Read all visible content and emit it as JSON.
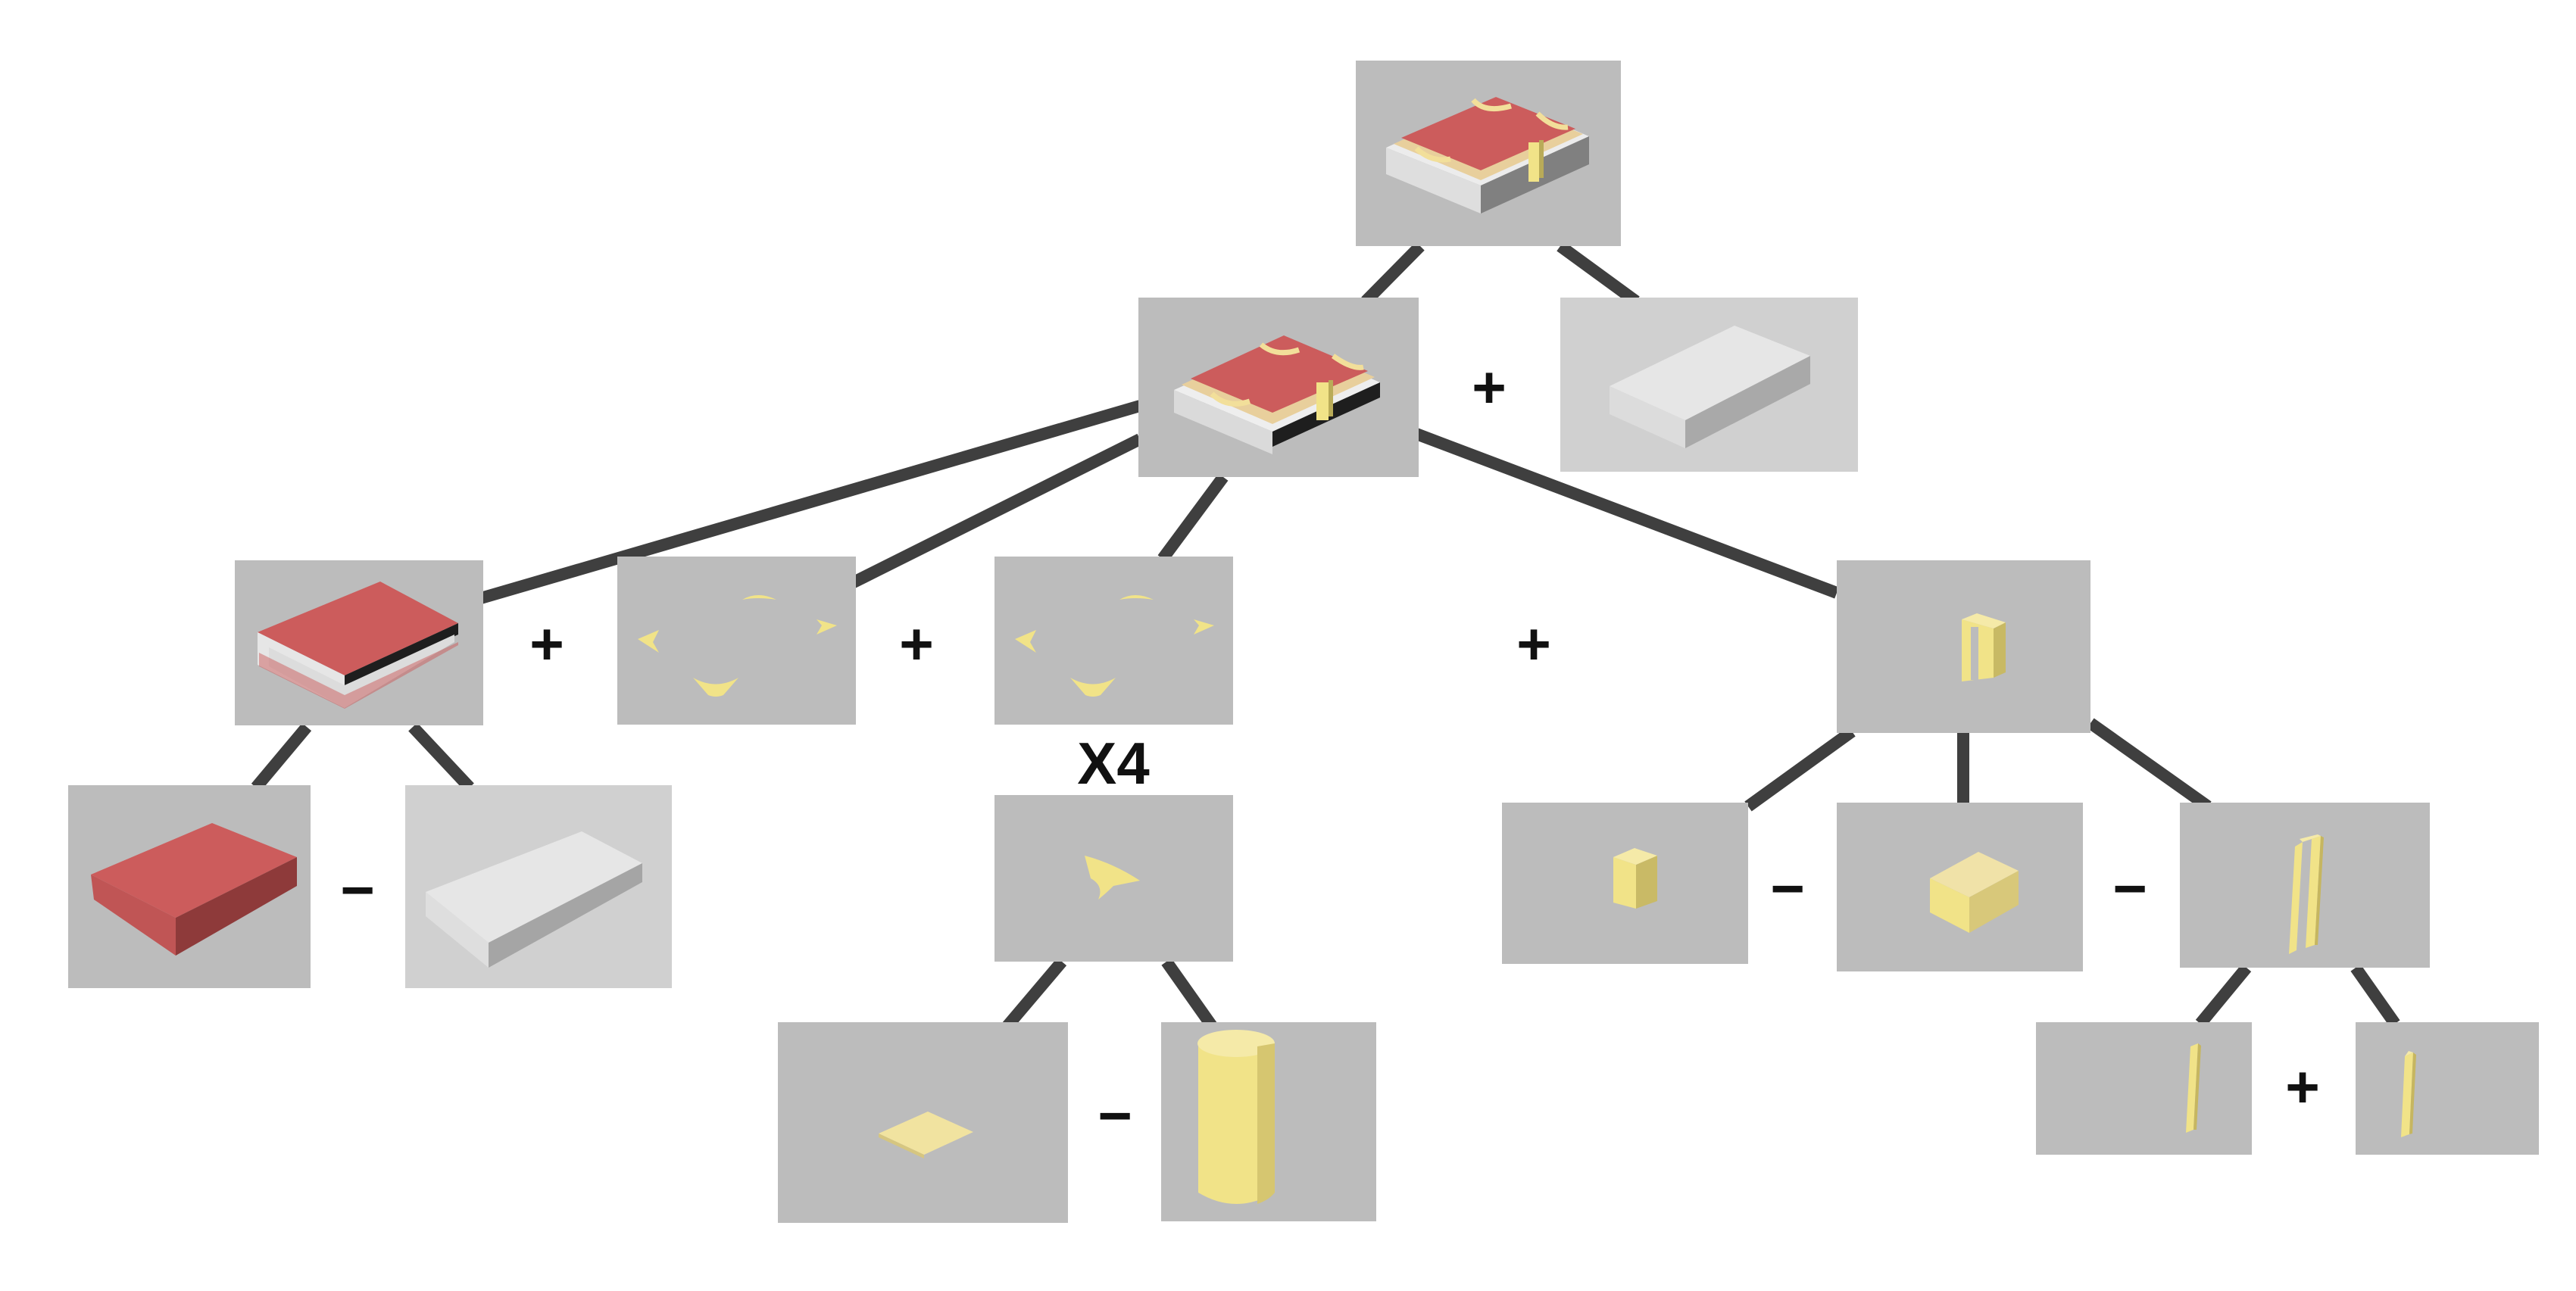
{
  "colors": {
    "background": "#ffffff",
    "edge": "#3f3f3f",
    "operator": "#111111",
    "panel": "#bcbcbc",
    "panel_light": "#d0d0d0",
    "red_top": "#cc5c5c",
    "red_side": "#8e3a3a",
    "yellow": "#f1e388",
    "white_part": "#e6e6e6"
  },
  "nodes": [
    {
      "id": "root",
      "content": "full-book-model"
    },
    {
      "id": "book-assembled",
      "content": "book-with-fittings"
    },
    {
      "id": "pages-block",
      "content": "pages-block"
    },
    {
      "id": "cover-with-cavity",
      "content": "cover-shell"
    },
    {
      "id": "corner-pieces-a",
      "content": "corner-pieces"
    },
    {
      "id": "corner-pieces-b",
      "content": "corner-pieces"
    },
    {
      "id": "clasp",
      "content": "clasp"
    },
    {
      "id": "red-box",
      "content": "red-box"
    },
    {
      "id": "white-slab",
      "content": "white-slab"
    },
    {
      "id": "single-corner",
      "content": "single-corner"
    },
    {
      "id": "flat-diamond",
      "content": "flat-diamond"
    },
    {
      "id": "cylinder",
      "content": "cylinder"
    },
    {
      "id": "small-block",
      "content": "small-block"
    },
    {
      "id": "wide-block",
      "content": "wide-block"
    },
    {
      "id": "bar-pair",
      "content": "bar-pair"
    },
    {
      "id": "thin-bar-a",
      "content": "thin-bar"
    },
    {
      "id": "thin-bar-b",
      "content": "thin-bar"
    }
  ],
  "operators": {
    "plus": "+",
    "minus": "−",
    "repeat_label": "X4"
  }
}
